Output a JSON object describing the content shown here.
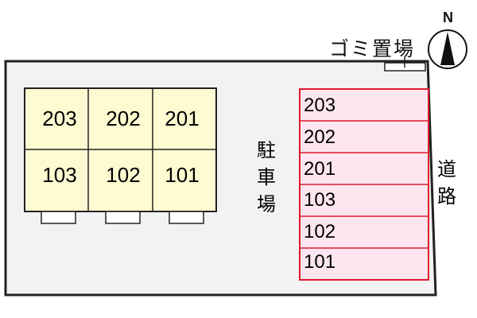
{
  "building_units": {
    "upper": [
      "203",
      "202",
      "201"
    ],
    "lower": [
      "103",
      "102",
      "101"
    ]
  },
  "parking": {
    "label": [
      "駐",
      "車",
      "場"
    ],
    "spaces": [
      "203",
      "202",
      "201",
      "103",
      "102",
      "101"
    ]
  },
  "road_label": [
    "道",
    "路"
  ],
  "garbage_label": "ゴミ置場",
  "compass_label": "N",
  "colors": {
    "lot": "#f2f2f2",
    "building": "#fefad1",
    "parking_fill": "#fde6ef",
    "parking_border": "#e0182d"
  }
}
